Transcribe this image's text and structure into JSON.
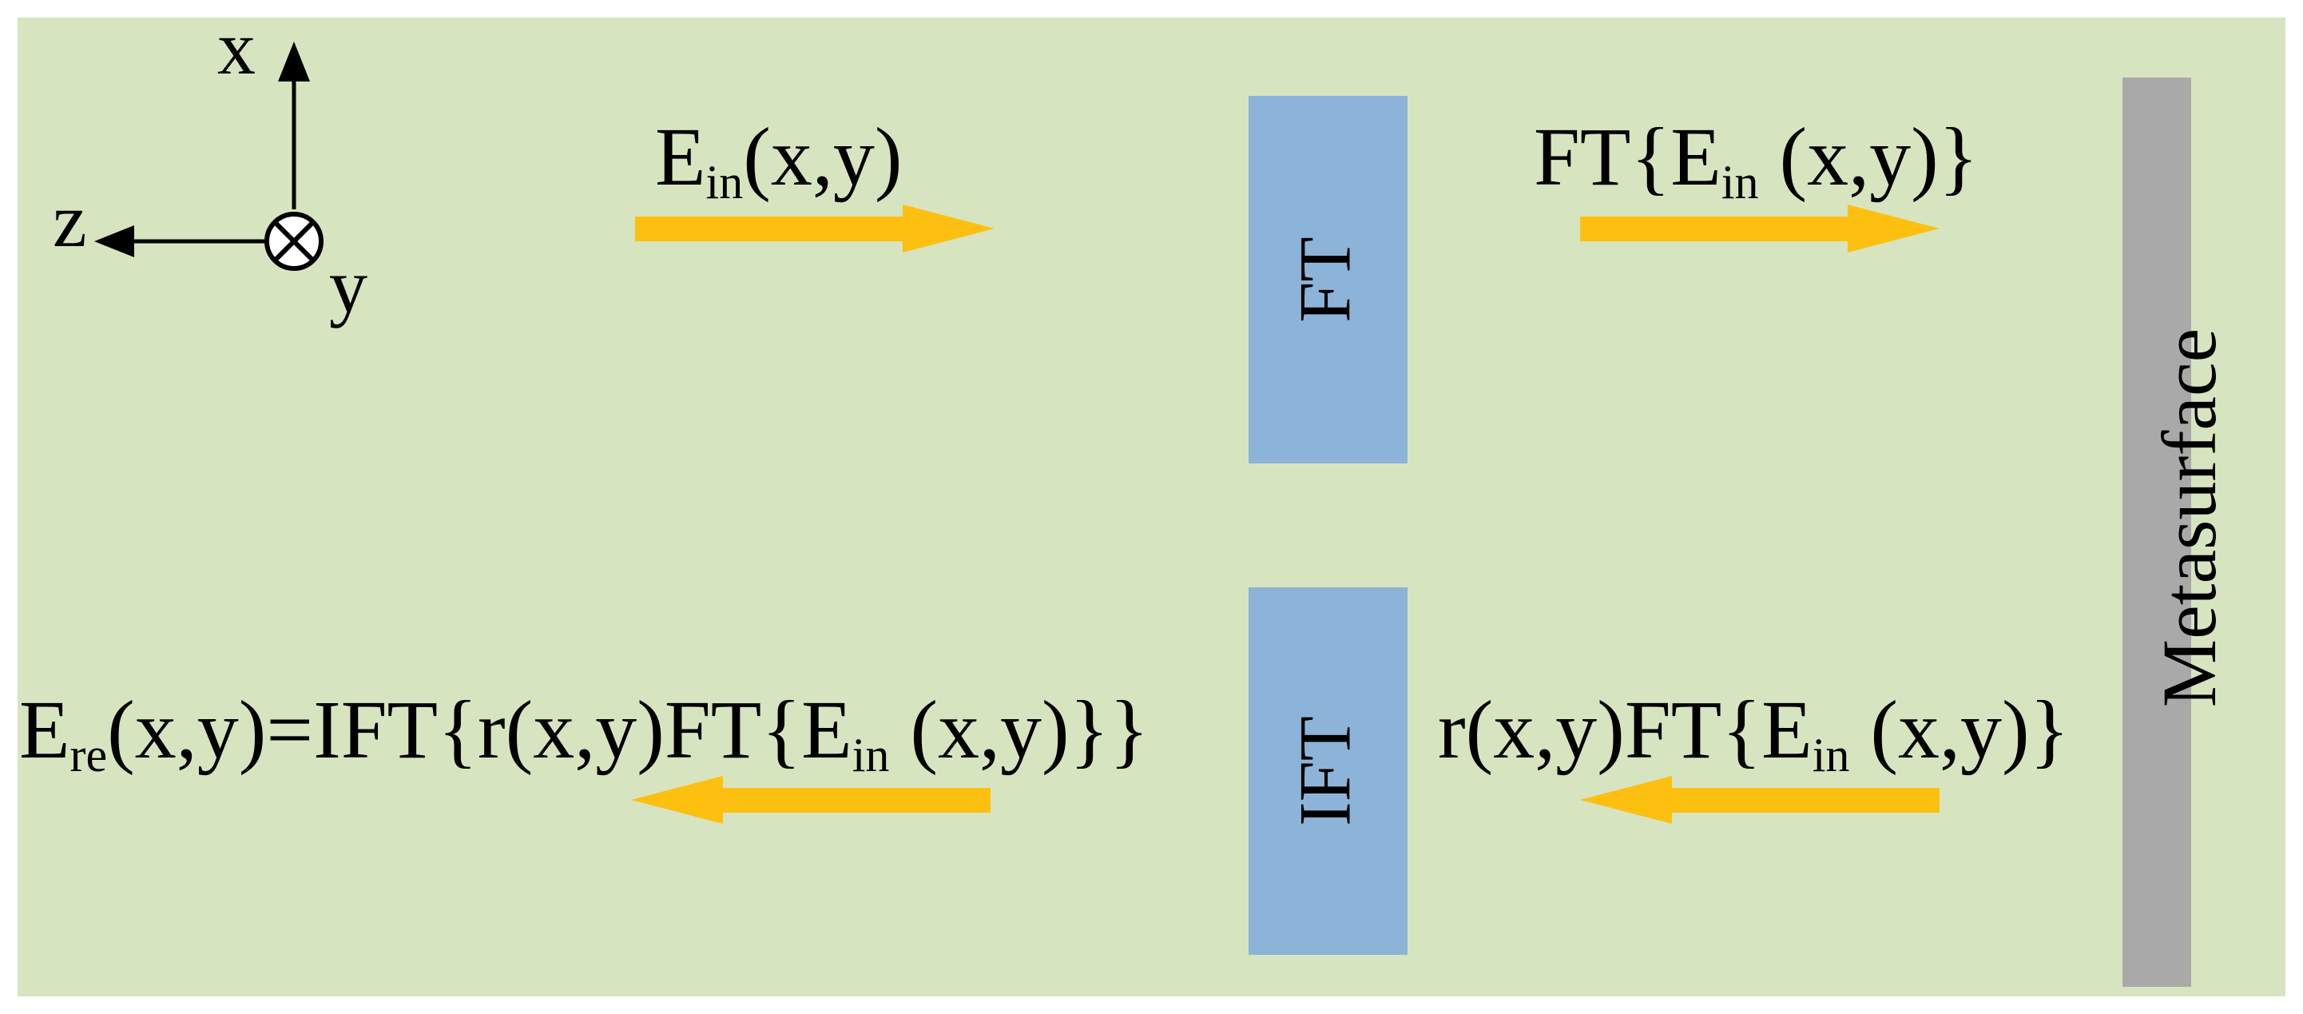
{
  "colors": {
    "background": "#d7e4c0",
    "arrow": "#fdc010",
    "ft_box": "#8cb4d8",
    "metasurface": "#a9a9a9",
    "axis": "#000000"
  },
  "axes": {
    "x_label": "x",
    "y_label": "y",
    "z_label": "z",
    "y_symbol_icon": "circle-cross-icon"
  },
  "boxes": {
    "ft_label": "FT",
    "ift_label": "IFT"
  },
  "metasurface": {
    "label": "Metasurface"
  },
  "labels": {
    "e_in": {
      "main": "E",
      "sub": "in",
      "rest": "(x,y)"
    },
    "ft_e_in": {
      "pre": "FT{E",
      "sub": "in",
      "rest": " (x,y)}"
    },
    "r_ft_e_in": {
      "pre": "r(x,y)FT{E",
      "sub": "in",
      "rest": " (x,y)}"
    },
    "e_re": {
      "main": "E",
      "sub": "re",
      "mid": "(x,y)=IFT{r(x,y)FT{E",
      "sub2": "in",
      "rest": " (x,y)}}"
    }
  },
  "arrows": [
    {
      "id": "arrow-e-in",
      "direction": "right"
    },
    {
      "id": "arrow-ft-e-in",
      "direction": "right"
    },
    {
      "id": "arrow-r-ft-e-in",
      "direction": "left"
    },
    {
      "id": "arrow-e-re",
      "direction": "left"
    }
  ]
}
